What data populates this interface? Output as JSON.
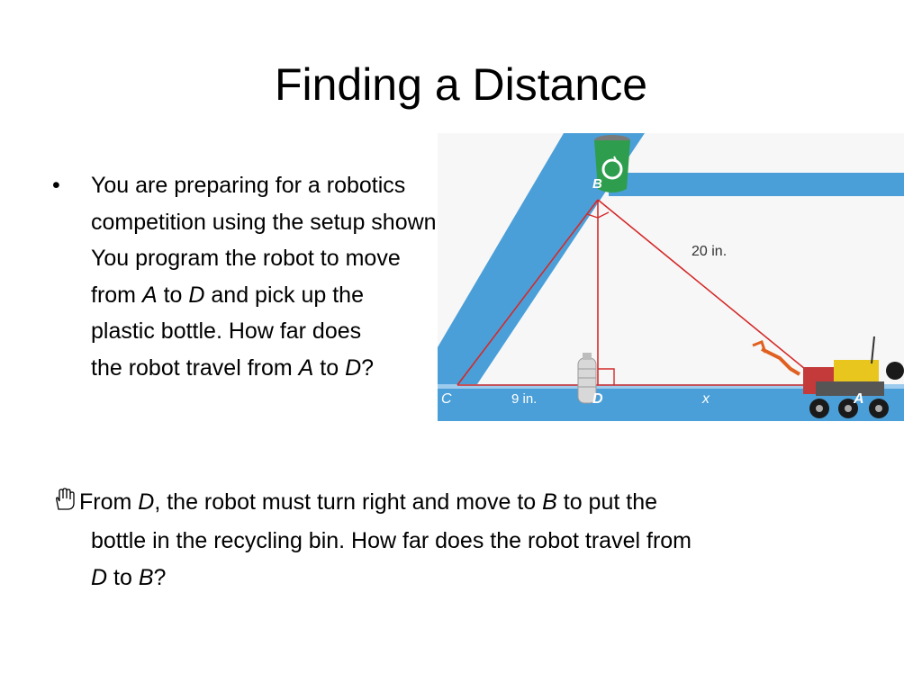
{
  "slide": {
    "title": "Finding a Distance",
    "bullet1": {
      "mark": "•",
      "lines": [
        "You are preparing for a robotics",
        "competition using the setup shown.",
        "You program the robot to move",
        "from ",
        "A",
        " to ",
        "D",
        " and pick up the",
        "plastic bottle.  How far does",
        "the robot travel from ",
        "A",
        " to ",
        "D",
        "?"
      ]
    },
    "bullet2": {
      "icon": "raised-hand-icon",
      "parts": [
        "From ",
        "D",
        ", the robot must turn right and move to ",
        "B",
        " to put the",
        "bottle in the recycling bin.  How far does the robot travel from",
        "D",
        " to ",
        "B",
        "?"
      ]
    }
  },
  "diagram": {
    "labels": {
      "B": "B",
      "C": "C",
      "D": "D",
      "A": "A",
      "hyp": "20 in.",
      "cd": "9 in.",
      "da": "x"
    },
    "colors": {
      "tape": "#4a9fd8",
      "floor": "#f7f7f7",
      "line": "#d42a2a",
      "bin": "#2e9e4e"
    }
  }
}
